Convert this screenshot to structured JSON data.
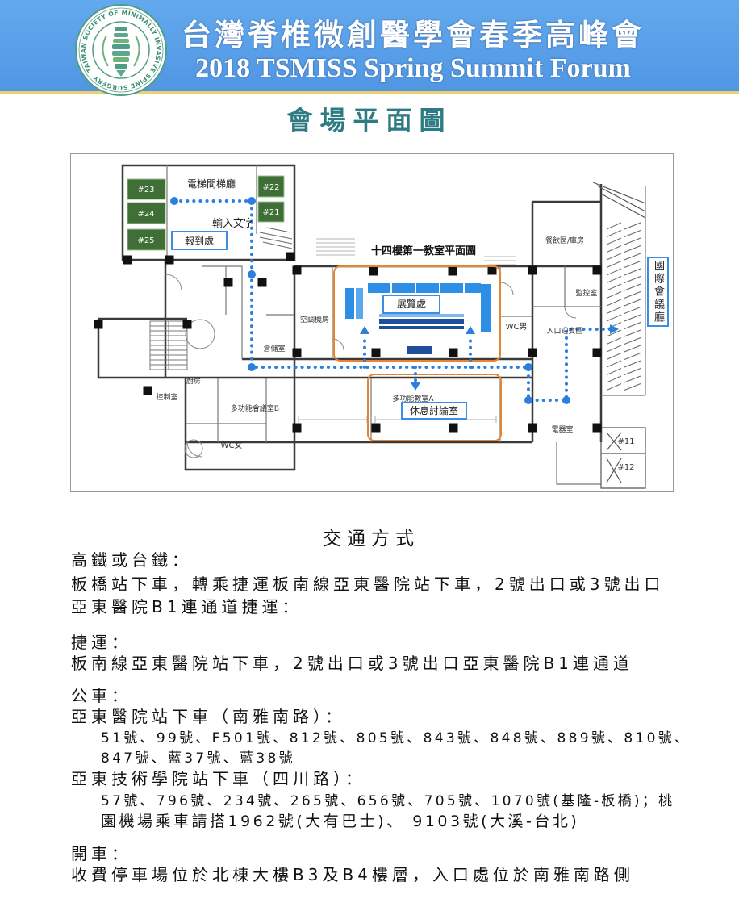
{
  "header": {
    "title_zh": "台灣脊椎微創醫學會春季高峰會",
    "title_en": "2018 TSMISS Spring Summit Forum",
    "logo_text": "TAIWAN SOCIETY OF MINIMALLY INVASIVE SPINE SURGERY",
    "band_color": "#5aa0e8",
    "accent_line_color": "#ecd06a"
  },
  "floorplan": {
    "title": "會場平面圖",
    "plan_title": "十四樓第一教室平面圖",
    "placeholder_text": "輸入文字",
    "labels": {
      "elevator_lobby": "電梯間梯廳",
      "registration": "報到處",
      "exhibition": "展覽處",
      "lounge": "休息討論室",
      "conference_hall": "國際會議廳",
      "classroom_a": "多功能教室A",
      "meeting_room_b": "多功能會議室B",
      "air_conditioning": "空調機房",
      "wc_men": "WC男",
      "wc_women": "WC女",
      "control_room": "控制室",
      "kitchen": "廚房",
      "storage": "倉儲室",
      "pantry": "餐飲區/庫房",
      "entrance": "入口迎賓區",
      "monitor_room": "監控室",
      "electrical_room": "電器室"
    },
    "green_rooms": [
      "#23",
      "#24",
      "#25",
      "#22",
      "#21"
    ],
    "elevators": [
      "#11",
      "#12"
    ],
    "colors": {
      "route": "#2b7fe0",
      "highlight_outline": "#e8842f",
      "room_green": "#3f6f37",
      "label_border": "#3b8ee8"
    }
  },
  "transport": {
    "title": "交通方式",
    "rail": {
      "heading": "高鐵或台鐵：",
      "lines": [
        "板橋站下車，轉乘捷運板南線亞東醫院站下車，2號出口或3號出口",
        "亞東醫院B1連通道捷運："
      ]
    },
    "mrt": {
      "heading": "捷運：",
      "lines": [
        "板南線亞東醫院站下車，2號出口或3號出口亞東醫院B1連通道"
      ]
    },
    "bus": {
      "heading": "公車：",
      "stops": [
        {
          "name": "亞東醫院站下車（南雅南路）：",
          "routes": [
            "51號、99號、F501號、812號、805號、843號、848號、889號、810號、",
            "847號、藍37號、藍38號"
          ]
        },
        {
          "name": "亞東技術學院站下車（四川路）：",
          "routes": [
            "57號、796號、234號、265號、656號、705號、1070號(基隆-板橋)；桃",
            "園機場乘車請搭1962號(大有巴士)、 9103號(大溪-台北)"
          ]
        }
      ]
    },
    "car": {
      "heading": "開車：",
      "lines": [
        "收費停車場位於北棟大樓B3及B4樓層，入口處位於南雅南路側"
      ]
    }
  }
}
